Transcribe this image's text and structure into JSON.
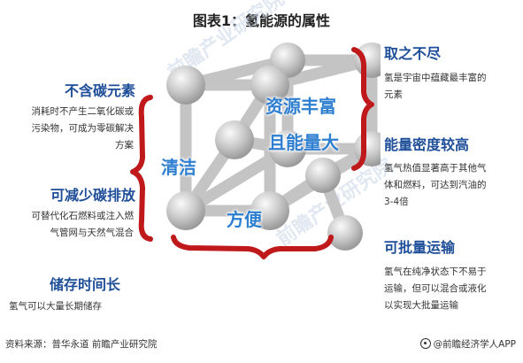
{
  "title": "图表1：氢能源的属性",
  "left": {
    "items": [
      {
        "heading": "不含碳元素",
        "lines": [
          "消耗时不产生二氧化碳或",
          "污染物，可成为零碳解决",
          "方案"
        ]
      },
      {
        "heading": "可减少碳排放",
        "lines": [
          "可替代化石燃料或注入燃",
          "气管网与天然气混合"
        ]
      },
      {
        "heading": "储存时间长",
        "lines": [
          "氢气可以大量长期储存"
        ]
      }
    ]
  },
  "right": {
    "items": [
      {
        "heading": "取之不尽",
        "lines": [
          "氢是宇宙中蕴藏最丰富的",
          "元素"
        ]
      },
      {
        "heading": "能量密度较高",
        "lines": [
          "氢气热值显著高于其他气",
          "体和燃料，可达到汽油的",
          "3-4倍"
        ]
      },
      {
        "heading": "可批量运输",
        "lines": [
          "氢气在纯净状态下不易于",
          "运输，但可以混合或液化",
          "以实现大批量运输"
        ]
      }
    ]
  },
  "cube": {
    "labels": {
      "clean": "清洁",
      "rich": "资源丰富",
      "energy": "且能量大",
      "convenient": "方便"
    }
  },
  "colors": {
    "heading": "#1f4e99",
    "bracket": "#c0191c",
    "cube_label": "#2f7fd0",
    "sphere": "#bdbdbd",
    "rod": "#c4c4c4"
  },
  "watermark": "前瞻产业研究院",
  "footer": {
    "source": "资料来源：普华永道 前瞻产业研究院",
    "brand": "@前瞻经济学人APP"
  }
}
